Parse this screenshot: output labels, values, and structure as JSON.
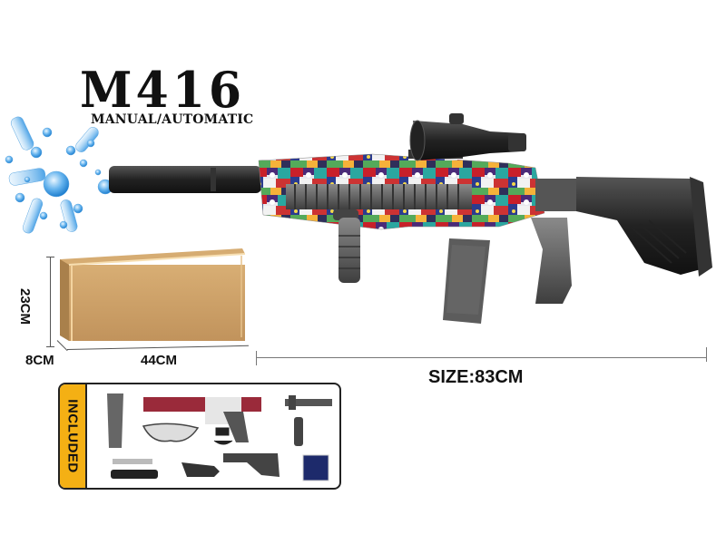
{
  "product": {
    "model": "M416",
    "mode": "MANUAL/AUTOMATIC"
  },
  "package": {
    "height_label": "23CM",
    "depth_label": "8CM",
    "width_label": "44CM",
    "box_color": "#c9a06a"
  },
  "gun": {
    "size_label": "SIZE:83CM",
    "pattern": "graffiti"
  },
  "included": {
    "label": "INCLUDED",
    "tab_color": "#f4b014",
    "items": [
      "magazine",
      "receiver",
      "glasses",
      "usb-charger",
      "pistol-grip",
      "buffer-tube",
      "vertical-grip",
      "battery",
      "suppressor",
      "scope",
      "stock",
      "gel-beads"
    ]
  }
}
